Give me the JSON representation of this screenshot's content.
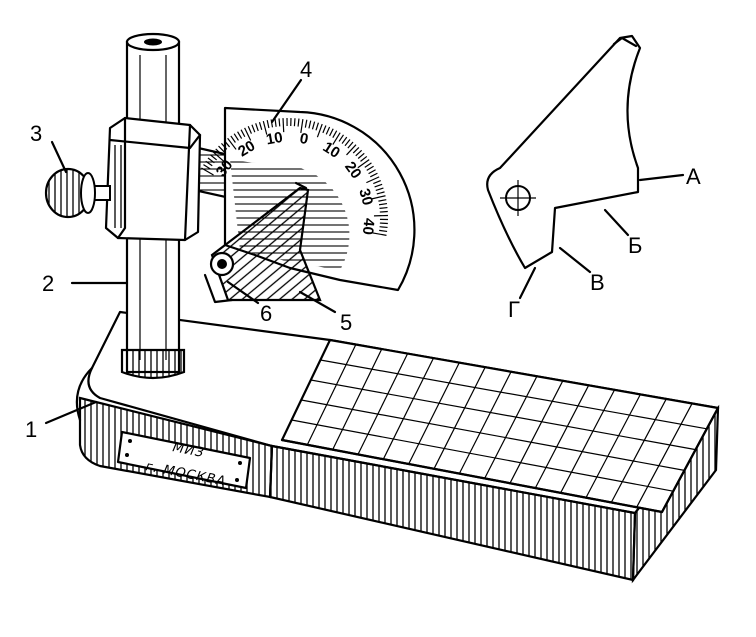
{
  "callouts": {
    "n1": "1",
    "n2": "2",
    "n3": "3",
    "n4": "4",
    "n5": "5",
    "n6": "6",
    "a": "А",
    "b": "Б",
    "v": "В",
    "g": "Г"
  },
  "scale": {
    "labels": [
      "30",
      "20",
      "10",
      "0",
      "10",
      "20",
      "30",
      "40"
    ]
  },
  "nameplate": {
    "line1": "МИЗ",
    "line2": "г. МОСКВА"
  }
}
